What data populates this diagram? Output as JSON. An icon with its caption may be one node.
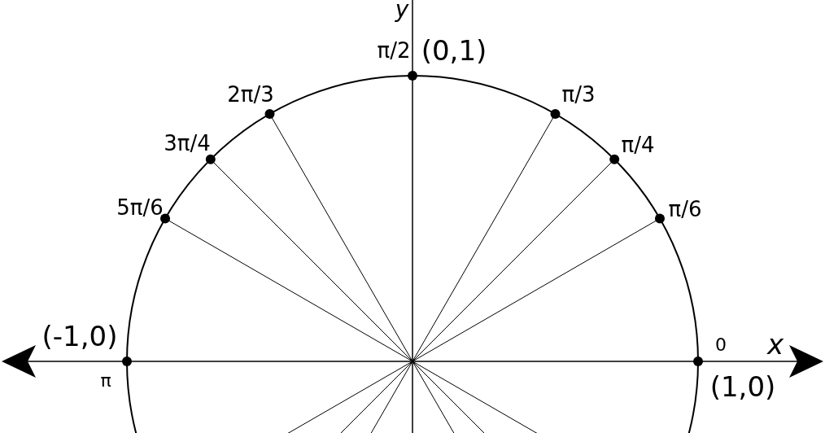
{
  "diagram": {
    "labels": [
      "y",
      "π/2",
      "(0,1)",
      "2π/3",
      "π/3",
      "3π/4",
      "π/4",
      "5π/6",
      "π/6",
      "(-1,0)",
      "0",
      "x",
      "π",
      "(1,0)"
    ]
  }
}
